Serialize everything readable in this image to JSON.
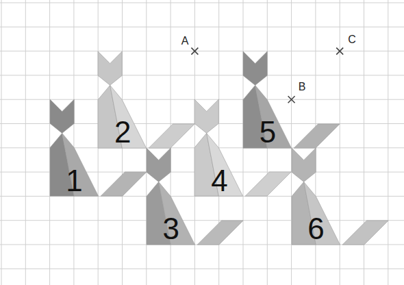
{
  "diagram": {
    "nodes": [
      {
        "text": [
          "1"
        ]
      },
      {
        "text": [
          "2"
        ]
      },
      {
        "text": [
          "3"
        ]
      },
      {
        "text": [
          "4"
        ]
      },
      {
        "text": [
          "5"
        ]
      },
      {
        "text": [
          "6"
        ]
      }
    ],
    "labels": [
      "A",
      "B",
      "C"
    ]
  }
}
